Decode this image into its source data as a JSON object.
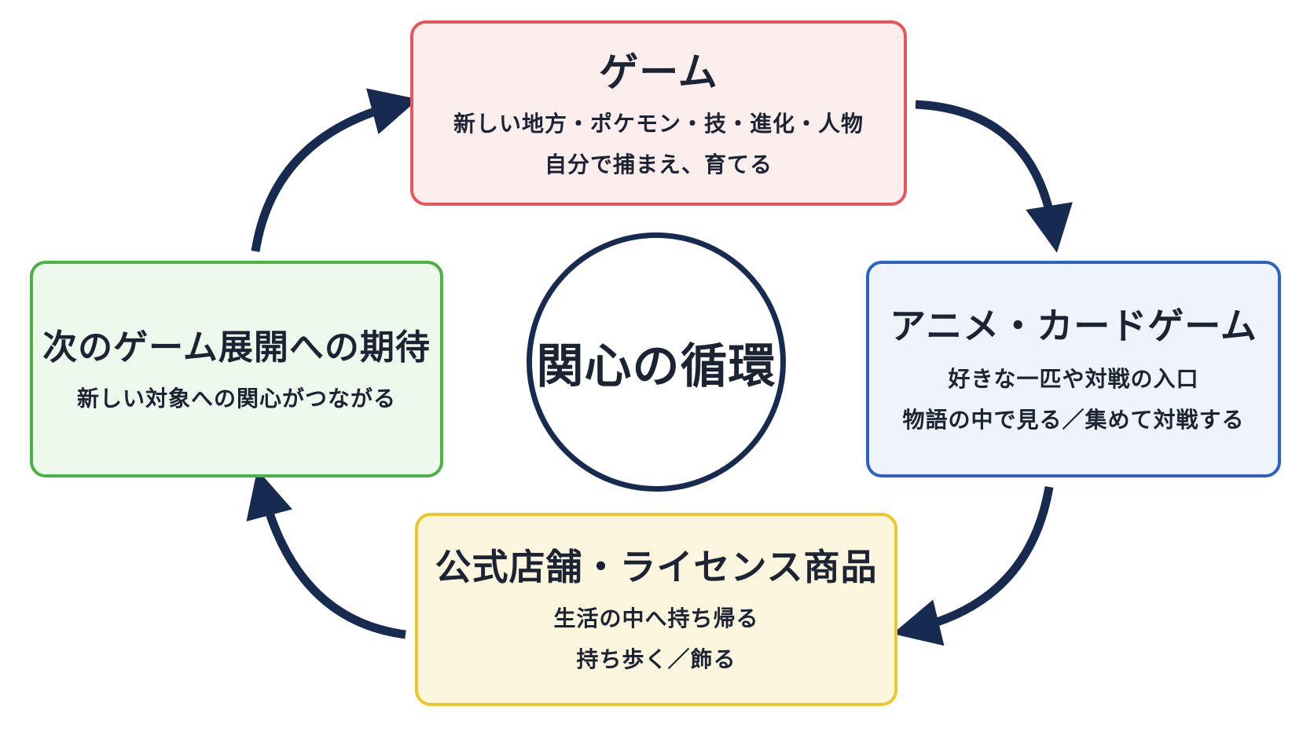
{
  "center": {
    "label": "関心の循環"
  },
  "boxes": {
    "game": {
      "title": "ゲーム",
      "lines": [
        "新しい地方・ポケモン・技・進化・人物",
        "自分で捕まえ、育てる"
      ]
    },
    "anime": {
      "title": "アニメ・カードゲーム",
      "lines": [
        "好きな一匹や対戦の入口",
        "物語の中で見る／集めて対戦する"
      ]
    },
    "store": {
      "title": "公式店舗・ライセンス商品",
      "lines": [
        "生活の中へ持ち帰る",
        "持ち歩く／飾る"
      ]
    },
    "next": {
      "title": "次のゲーム展開への期待",
      "lines": [
        "新しい対象への関心がつながる"
      ]
    }
  },
  "colors": {
    "game_border": "#e8555a",
    "anime_border": "#2a63c4",
    "store_border": "#eec52a",
    "next_border": "#4cb043",
    "arrow": "#172a4f"
  },
  "icons": {
    "arrows": "curved-cycle-arrow"
  }
}
